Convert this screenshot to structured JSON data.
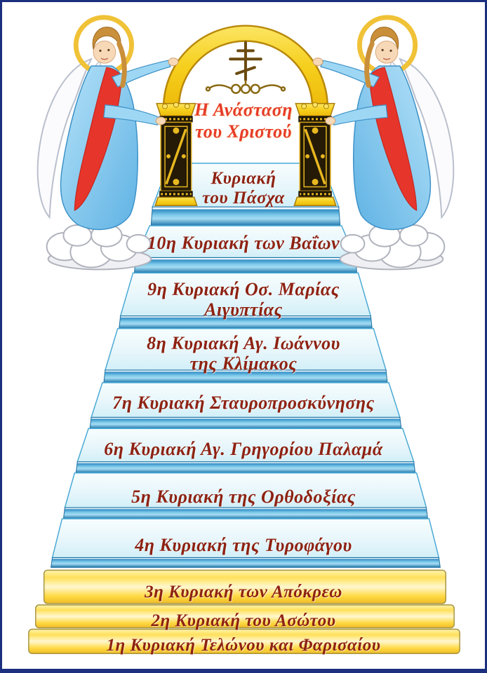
{
  "page": {
    "description": "Ladder of the Sundays of the Triodion and Great Lent leading to Pascha, flanked by two angels holding a golden arch"
  },
  "arch": {
    "title_line1": "Η Ανάσταση",
    "title_line2": "του Χριστού"
  },
  "steps": [
    {
      "name": "pascha",
      "line1": "Κυριακή",
      "line2": "του Πάσχα"
    },
    {
      "name": "step-10",
      "line1": "10η Κυριακή των Βαΐων"
    },
    {
      "name": "step-9",
      "line1": "9η Κυριακή Οσ. Μαρίας",
      "line2": "Αιγυπτίας"
    },
    {
      "name": "step-8",
      "line1": "8η Κυριακή Αγ. Ιωάννου",
      "line2": "της Κλίμακος"
    },
    {
      "name": "step-7",
      "line1": "7η Κυριακή Σταυροπροσκύνησης"
    },
    {
      "name": "step-6",
      "line1": "6η Κυριακή Αγ. Γρηγορίου Παλαμά"
    },
    {
      "name": "step-5",
      "line1": "5η Κυριακή της Ορθοδοξίας"
    },
    {
      "name": "step-4",
      "line1": "4η Κυριακή της Τυροφάγου"
    },
    {
      "name": "step-3",
      "line1": "3η Κυριακή των Απόκρεω"
    },
    {
      "name": "step-2",
      "line1": "2η Κυριακή του Ασώτου"
    },
    {
      "name": "step-1",
      "line1": "1η Κυριακή Τελώνου και Φαρισαίου"
    }
  ],
  "illustrations": {
    "left_angel": "angel-with-halo-blue-robe-red-sash-on-cloud",
    "right_angel": "angel-with-halo-blue-robe-red-sash-on-cloud",
    "arch": "golden-arch-with-ornate-pillars",
    "cross": "orthodox-three-bar-cross",
    "clouds": "white-clouds"
  },
  "colors": {
    "frame_border": "#1b2f7e",
    "title_red": "#e73c28",
    "step_text": "#8e2212",
    "step_blue_riser": "#2f8ec6",
    "step_tread_light": "#e7f6fb",
    "step_gold": "#ffe05a",
    "arch_gold": "#f6cf1d",
    "halo_gold": "#f0c237",
    "robe_blue": "#8fd0f2",
    "sash_red": "#e6352b"
  }
}
